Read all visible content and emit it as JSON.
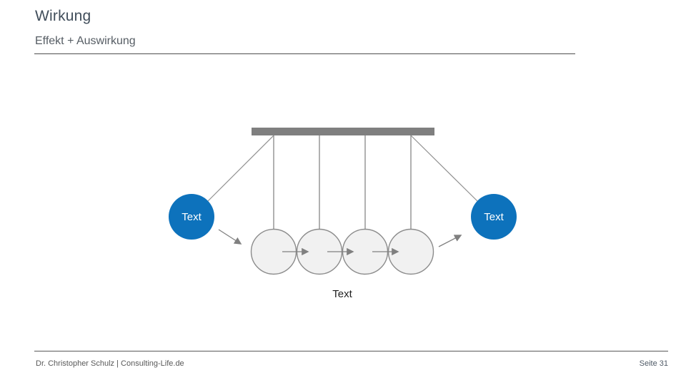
{
  "slide": {
    "title": "Wirkung",
    "subtitle": "Effekt + Auswirkung"
  },
  "diagram": {
    "left_node_label": "Text",
    "right_node_label": "Text",
    "caption": "Text",
    "colors": {
      "node_blue": "#0d72bc",
      "node_text": "#ffffff",
      "ball_fill": "#f1f1f1",
      "ball_stroke": "#8c8c8c",
      "bar": "#7f7f7f",
      "line": "#808080",
      "arrow": "#808080"
    }
  },
  "footer": {
    "author": "Dr. Christopher Schulz | Consulting-Life.de",
    "page_label": "Seite 31"
  }
}
